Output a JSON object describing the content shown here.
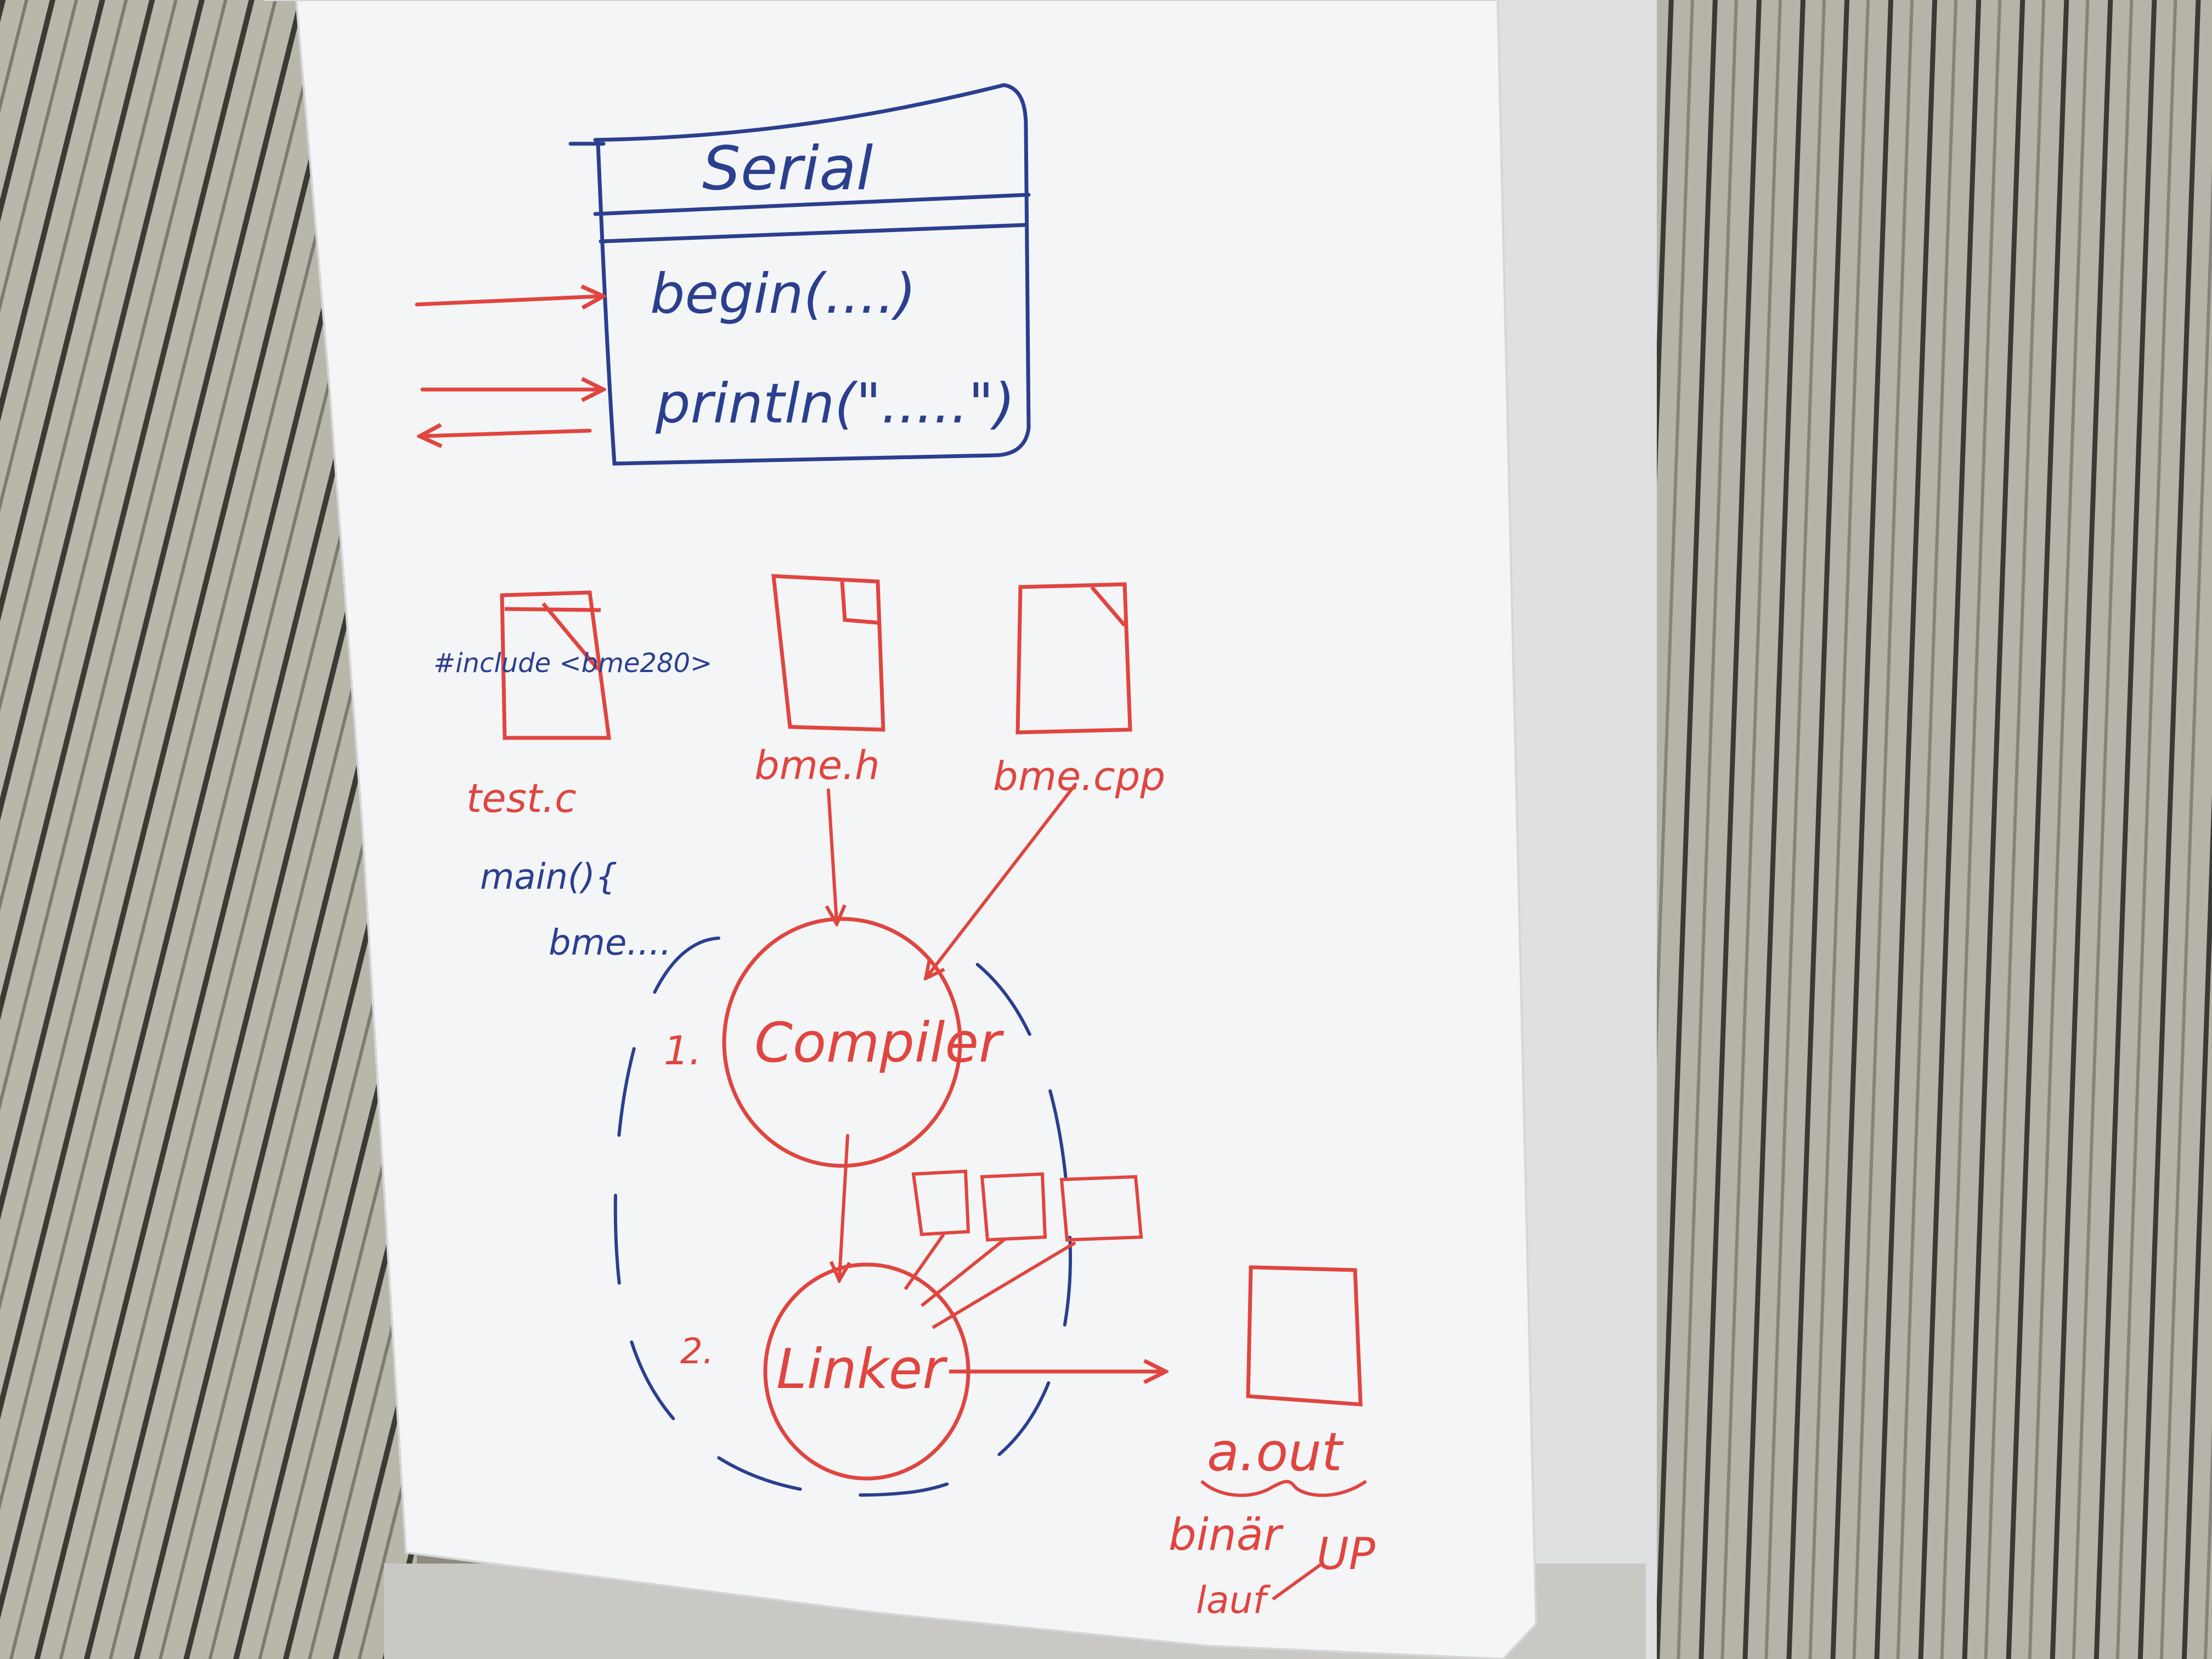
{
  "colors": {
    "blue_marker": "#2b3f8f",
    "red_marker": "#e0453f",
    "paper": "#f4f5f7",
    "wall_stripe_dark": "#3b3a35",
    "wall_stripe_light": "#b9b6aa"
  },
  "class_box": {
    "name": "Serial",
    "methods": [
      "begin(....)",
      "println(\".....\")"
    ]
  },
  "files": {
    "test": {
      "filename": "test.c",
      "include_line": "#include <bme280>",
      "code_lines": [
        "main(){",
        "bme...."
      ]
    },
    "header": {
      "filename": "bme.h"
    },
    "source": {
      "filename": "bme.cpp"
    }
  },
  "compiler": {
    "step": "1.",
    "label": "Compiler"
  },
  "linker": {
    "step": "2.",
    "label": "Linker"
  },
  "output": {
    "filename": "a.out",
    "notes": [
      "binär",
      "lauf",
      "UP"
    ]
  }
}
